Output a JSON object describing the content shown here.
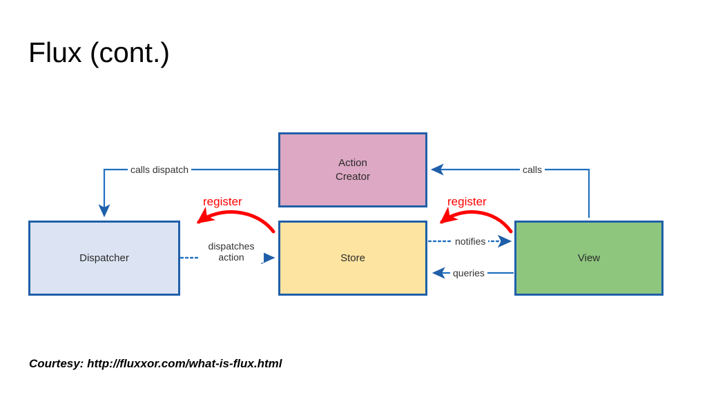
{
  "slide": {
    "title": "Flux (cont.)",
    "courtesy": "Courtesy: http://fluxxor.com/what-is-flux.html"
  },
  "diagram": {
    "type": "flowchart",
    "nodes": [
      {
        "id": "action-creator",
        "label": "Action\nCreator",
        "color": "#dda8c3",
        "border": "#1f5fa9"
      },
      {
        "id": "dispatcher",
        "label": "Dispatcher",
        "color": "#dce4f3",
        "border": "#1f5fa9"
      },
      {
        "id": "store",
        "label": "Store",
        "color": "#fde4a0",
        "border": "#1f5fa9"
      },
      {
        "id": "view",
        "label": "View",
        "color": "#8fc67e",
        "border": "#1f5fa9"
      }
    ],
    "edges": [
      {
        "id": "calls-dispatch",
        "label": "calls dispatch",
        "from": "action-creator",
        "to": "dispatcher",
        "style": "solid",
        "color": "#1f6fc0"
      },
      {
        "id": "dispatches-action",
        "label": "dispatches\naction",
        "from": "dispatcher",
        "to": "store",
        "style": "dotted",
        "color": "#1f6fc0"
      },
      {
        "id": "register-left",
        "label": "register",
        "from": "store",
        "to": "dispatcher",
        "style": "curved",
        "color": "#ff0000"
      },
      {
        "id": "notifies",
        "label": "notifies",
        "from": "store",
        "to": "view",
        "style": "dotted",
        "color": "#1f6fc0"
      },
      {
        "id": "queries",
        "label": "queries",
        "from": "view",
        "to": "store",
        "style": "solid",
        "color": "#1f6fc0"
      },
      {
        "id": "register-right",
        "label": "register",
        "from": "view",
        "to": "store",
        "style": "curved",
        "color": "#ff0000"
      },
      {
        "id": "calls",
        "label": "calls",
        "from": "view",
        "to": "action-creator",
        "style": "solid",
        "color": "#1f6fc0"
      }
    ],
    "colors": {
      "edge_blue": "#1f6fc0",
      "edge_red": "#ff0000",
      "node_border": "#1f5fa9",
      "background": "#ffffff"
    }
  }
}
